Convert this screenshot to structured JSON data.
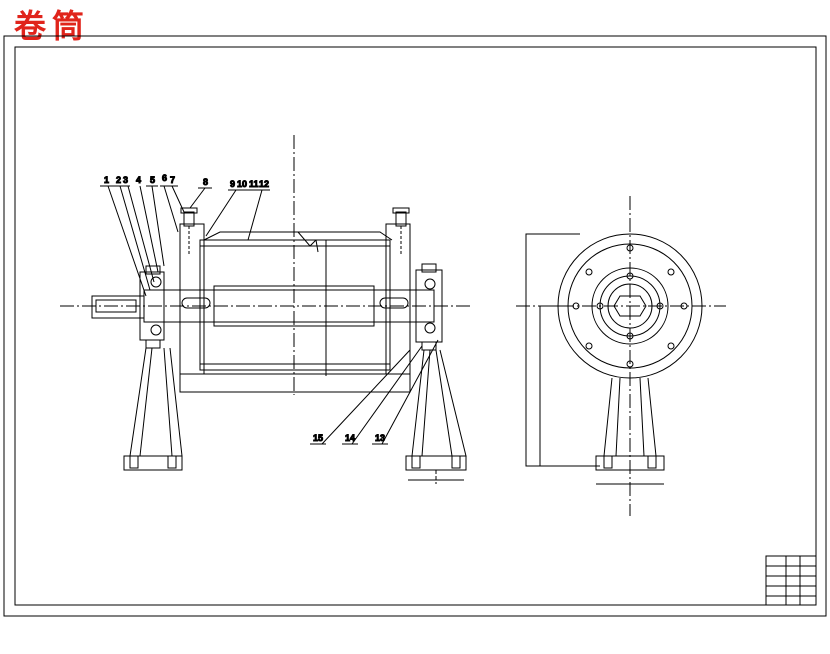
{
  "title": "卷筒",
  "part_labels": [
    "1",
    "2",
    "3",
    "4",
    "5",
    "6",
    "7",
    "8",
    "9",
    "10",
    "11",
    "12",
    "13",
    "14",
    "15"
  ],
  "colors": {
    "title": "#e0241b",
    "lines": "#000000",
    "background": "#ffffff"
  }
}
